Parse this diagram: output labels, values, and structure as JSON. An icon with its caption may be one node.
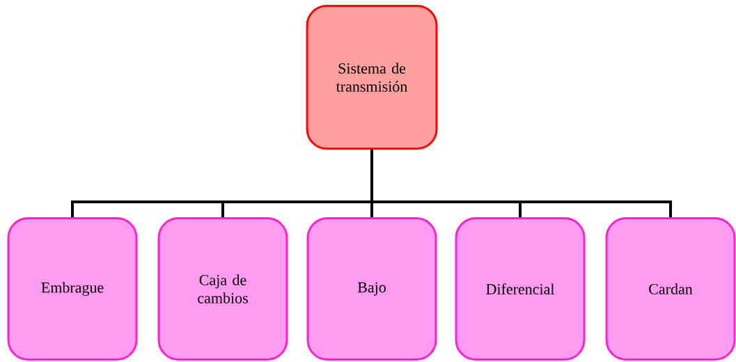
{
  "diagram": {
    "nodes": [
      {
        "text": [
          "Sistema de transmisión"
        ]
      },
      {
        "text": [
          "Embrague"
        ]
      },
      {
        "text": [
          "Caja de cambios"
        ]
      },
      {
        "text": [
          "Bajo"
        ]
      },
      {
        "text": [
          "Diferencial"
        ]
      },
      {
        "text": [
          "Cardan"
        ]
      }
    ],
    "edges": [
      {
        "from": 0,
        "to": 1,
        "arrow": "none"
      },
      {
        "from": 0,
        "to": 2,
        "arrow": "none"
      },
      {
        "from": 0,
        "to": 3,
        "arrow": "none"
      },
      {
        "from": 0,
        "to": 4,
        "arrow": "none"
      },
      {
        "from": 0,
        "to": 5,
        "arrow": "none"
      }
    ]
  }
}
